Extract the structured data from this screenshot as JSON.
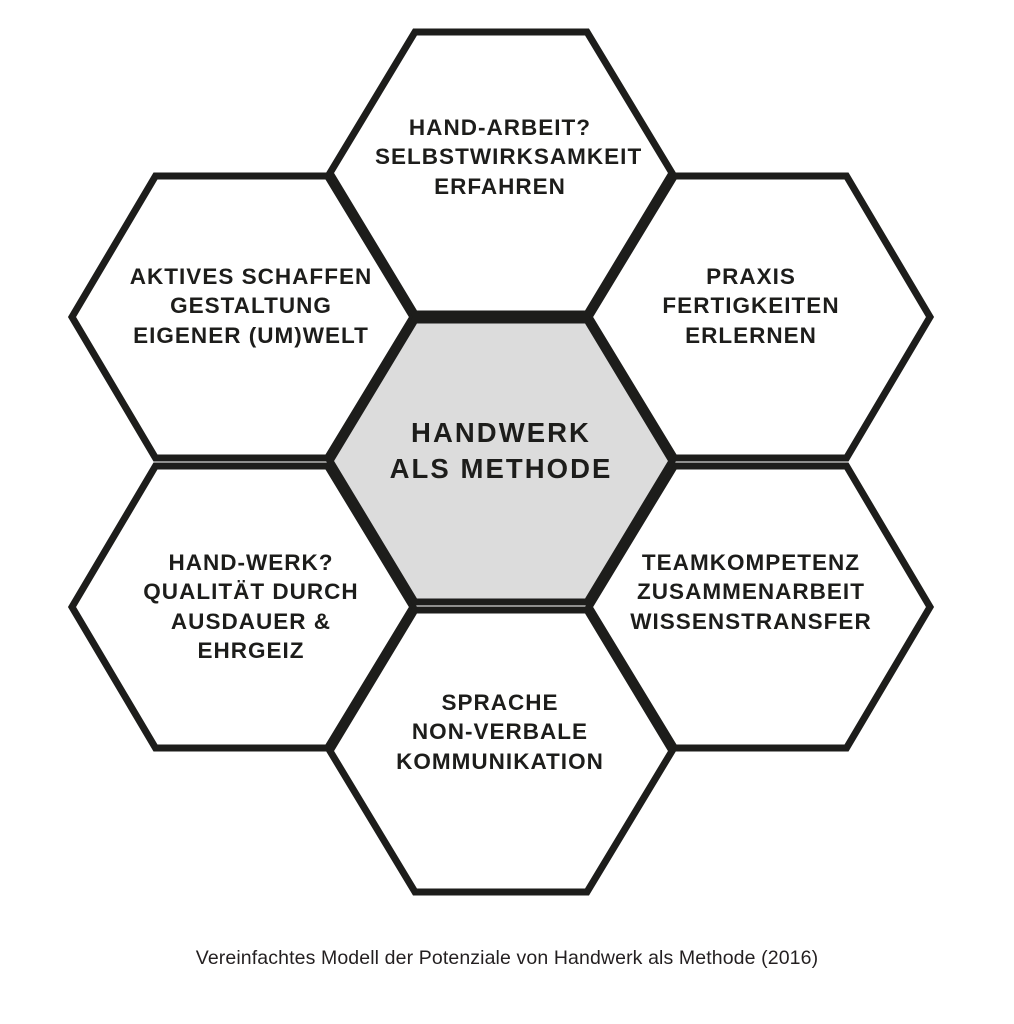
{
  "figure": {
    "title": "Handwerk als Methode",
    "caption": "Vereinfachtes Modell der Potenziale von Handwerk als Methode (2016)",
    "colors": {
      "background": "#ffffff",
      "stroke": "#1d1d1b",
      "center_fill": "#dcdcdc",
      "outer_fill": "#ffffff",
      "text": "#1d1d1b"
    }
  },
  "diagram": {
    "type": "honeycomb",
    "cell_count": 7,
    "center": {
      "id": "handwerk-als-methode",
      "text": "HANDWERK\nALS METHODE",
      "lines": [
        "HANDWERK",
        "ALS METHODE"
      ],
      "fill": "#dcdcdc",
      "highlighted": true
    },
    "cells": [
      {
        "id": "hand-arbeit",
        "position": "top",
        "text": "HAND-ARBEIT?\nSELBSTWIRKSAMKEIT\nERFAHREN",
        "lines": [
          "HAND-ARBEIT?",
          "SELBSTWIRKSAMKEIT",
          "ERFAHREN"
        ],
        "fill": "#ffffff"
      },
      {
        "id": "aktives-schaffen",
        "position": "upper-left",
        "text": "AKTIVES SCHAFFEN\nGESTALTUNG\nEIGENER (UM)WELT",
        "lines": [
          "AKTIVES SCHAFFEN",
          "GESTALTUNG",
          "EIGENER (UM)WELT"
        ],
        "fill": "#ffffff"
      },
      {
        "id": "praxis",
        "position": "upper-right",
        "text": "PRAXIS\nFERTIGKEITEN\nERLERNEN",
        "lines": [
          "PRAXIS",
          "FERTIGKEITEN",
          "ERLERNEN"
        ],
        "fill": "#ffffff"
      },
      {
        "id": "hand-werk",
        "position": "lower-left",
        "text": "HAND-WERK?\nQUALITÄT DURCH\nAUSDAUER & EHRGEIZ",
        "lines": [
          "HAND-WERK?",
          "QUALITÄT DURCH",
          "AUSDAUER & EHRGEIZ"
        ],
        "fill": "#ffffff"
      },
      {
        "id": "teamkompetenz",
        "position": "lower-right",
        "text": "TEAMKOMPETENZ\nZUSAMMENARBEIT\nWISSENSTRANSFER",
        "lines": [
          "TEAMKOMPETENZ",
          "ZUSAMMENARBEIT",
          "WISSENSTRANSFER"
        ],
        "fill": "#ffffff"
      },
      {
        "id": "sprache",
        "position": "bottom",
        "text": "SPRACHE\nNON-VERBALE\nKOMMUNIKATION",
        "lines": [
          "SPRACHE",
          "NON-VERBALE",
          "KOMMUNIKATION"
        ],
        "fill": "#ffffff"
      }
    ]
  }
}
